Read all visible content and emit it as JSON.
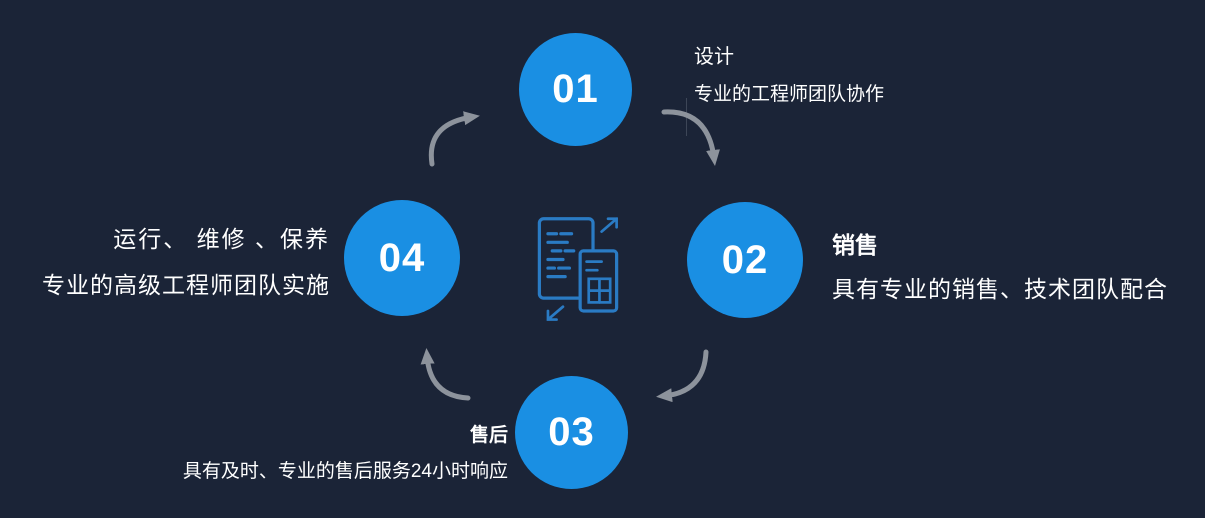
{
  "colors": {
    "background": "#1b2437",
    "accent": "#1a8fe3",
    "arrow": "#8d939c",
    "icon": "#2a7bc4",
    "text": "#ffffff"
  },
  "steps": [
    {
      "number": "01",
      "title": "设计",
      "desc": "专业的工程师团队协作"
    },
    {
      "number": "02",
      "title": "销售",
      "desc": "具有专业的销售、技术团队配合"
    },
    {
      "number": "03",
      "title": "售后",
      "desc": "具有及时、专业的售后服务24小时响应"
    },
    {
      "number": "04",
      "title": "运行、 维修 、保养",
      "desc": "专业的高级工程师团队实施"
    }
  ],
  "icons": {
    "center": "document-code-transfer-icon",
    "arrows": [
      "arrow-step4-to-step1",
      "arrow-step1-to-step2",
      "arrow-step2-to-step3",
      "arrow-step3-to-step4"
    ]
  }
}
